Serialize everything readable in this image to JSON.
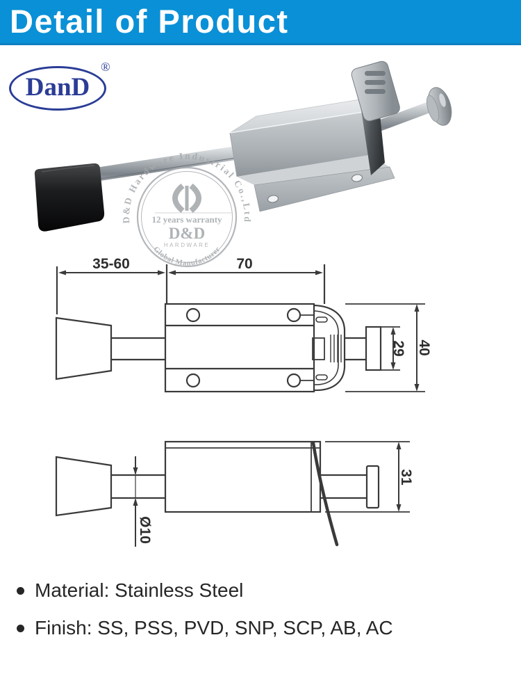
{
  "banner": {
    "title": "Detail of Product",
    "bg_color": "#0a90d6",
    "text_color": "#ffffff"
  },
  "logo": {
    "text": "DanD",
    "registered_mark": "®",
    "color": "#2b3d96"
  },
  "watermark": {
    "company_arc": "D&D Hardware Industrial Co.,Ltd",
    "badge_line1": "12 years warranty",
    "badge_line2": "D&D",
    "badge_line3": "HARDWARE",
    "badge_bottom_arc": "Global Manufacturer",
    "color": "#a6aaae"
  },
  "drawing_top_view": {
    "dim_foot_travel": "35-60",
    "dim_body_length": "70",
    "dim_plunger_height": "29",
    "dim_plate_height": "40"
  },
  "drawing_side_view": {
    "dim_rod_diameter": "Ø10",
    "dim_body_height": "31"
  },
  "specs": {
    "items": [
      "Material: Stainless Steel",
      "Finish: SS, PSS, PVD, SNP, SCP, AB, AC"
    ]
  }
}
